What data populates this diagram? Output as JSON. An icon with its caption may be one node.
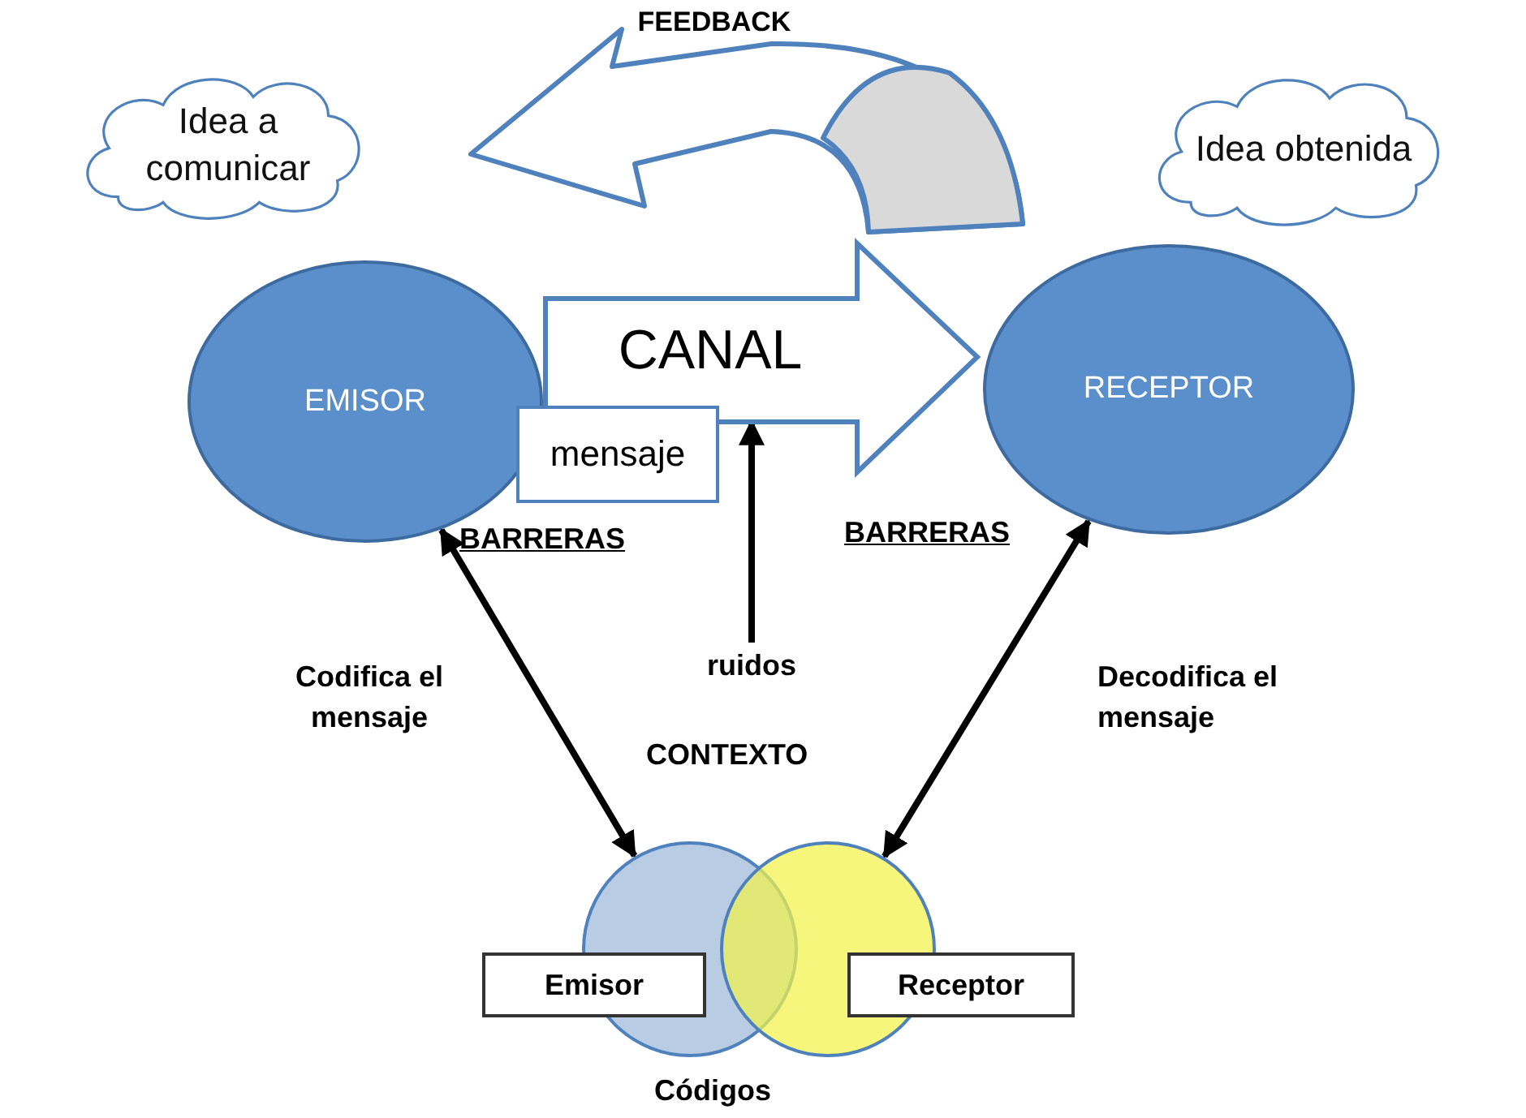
{
  "diagram": {
    "nodes": [
      {
        "text": [
          "FEEDBACK"
        ]
      },
      {
        "text": [
          "Idea a comunicar"
        ]
      },
      {
        "text": [
          "Idea obtenida"
        ]
      },
      {
        "text": [
          "EMISOR"
        ]
      },
      {
        "text": [
          "CANAL"
        ]
      },
      {
        "text": [
          "RECEPTOR"
        ]
      },
      {
        "text": [
          "mensaje"
        ]
      },
      {
        "text": [
          "ruidos"
        ]
      },
      {
        "text": [],
        "shape": "circle"
      },
      {
        "text": [],
        "shape": "circle"
      },
      {
        "text": [
          "Emisor"
        ]
      },
      {
        "text": [
          "Receptor"
        ]
      }
    ],
    "edges": [
      {
        "from": 7,
        "to": 4,
        "arrow": "to"
      },
      {
        "from": 3,
        "to": 8,
        "arrow": "both",
        "label": "Codifica el mensaje"
      },
      {
        "from": 5,
        "to": 9,
        "arrow": "both",
        "label": "Decodifica el mensaje"
      }
    ],
    "labels": [
      "BARRERAS",
      "BARRERAS",
      "CONTEXTO",
      "Códigos"
    ]
  }
}
